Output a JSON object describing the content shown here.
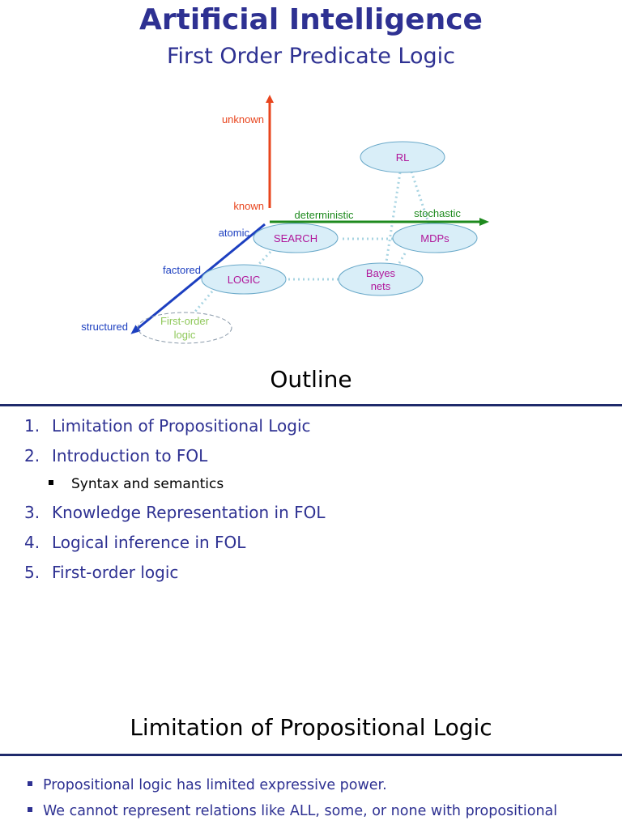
{
  "slide1": {
    "title": "Artificial Intelligence",
    "subtitle": "First Order Predicate Logic",
    "diagram": {
      "axis_labels": {
        "unknown": "unknown",
        "known": "known",
        "deterministic": "deterministic",
        "stochastic": "stochastic",
        "atomic": "atomic",
        "factored": "factored",
        "structured": "structured"
      },
      "nodes": {
        "rl": "RL",
        "search": "SEARCH",
        "mdps": "MDPs",
        "logic": "LOGIC",
        "bayes_line1": "Bayes",
        "bayes_line2": "nets",
        "fol_line1": "First-order",
        "fol_line2": "logic"
      },
      "colors": {
        "vertical_axis": "#e8451e",
        "horizontal_axis": "#1e8a1e",
        "depth_axis": "#1c3fc0",
        "node_fill": "#d9eef8",
        "node_stroke": "#6aa9c9",
        "node_text": "#b0169a",
        "fol_text": "#8fc85a",
        "dotted_link": "#a8d4e2"
      }
    }
  },
  "slide2": {
    "title": "Outline",
    "items": [
      {
        "num": "1.",
        "label": "Limitation of Propositional Logic"
      },
      {
        "num": "2.",
        "label": "Introduction to FOL"
      },
      {
        "num": "3.",
        "label": "Knowledge Representation in FOL"
      },
      {
        "num": "4.",
        "label": "Logical inference in FOL"
      },
      {
        "num": "5.",
        "label": "First-order logic"
      }
    ],
    "sub_item": "Syntax and semantics"
  },
  "slide3": {
    "title": "Limitation of Propositional Logic",
    "bullets": [
      "Propositional logic has limited expressive power.",
      "We cannot represent relations like ALL, some, or none with propositional"
    ]
  }
}
